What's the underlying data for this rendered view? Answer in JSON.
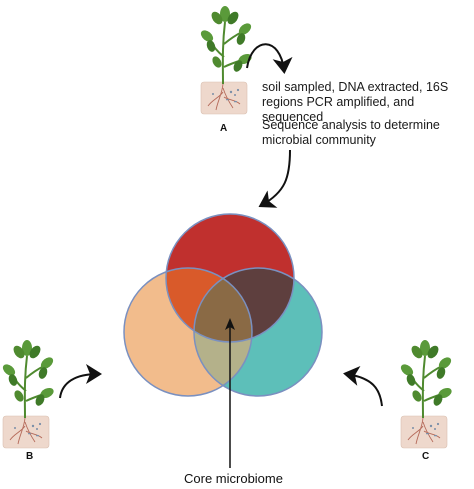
{
  "plants": [
    {
      "id": "plant-a",
      "label": "A"
    },
    {
      "id": "plant-b",
      "label": "B"
    },
    {
      "id": "plant-c",
      "label": "C"
    }
  ],
  "steps": {
    "step1_line1": "soil sampled, DNA extracted, 16S",
    "step1_line2": "regions PCR amplified, and sequenced",
    "step2_line1": "Sequence analysis to determine",
    "step2_line2": "microbial community"
  },
  "venn": {
    "core_label": "Core microbiome",
    "colors": {
      "top": "#c0302e",
      "left": "#f2bc8c",
      "right": "#5dbfb9",
      "top_left": "#d95a2a",
      "top_right": "#5e3f3e",
      "left_right": "#b4b18a",
      "center": "#8a6a45",
      "outline": "#7a90c0"
    }
  },
  "plant_colors": {
    "leaf": "#5a9a3a",
    "leaf_dark": "#3f7a28",
    "stem": "#4f8a2f",
    "pot": "#eed8cc",
    "root": "#b56a5a"
  }
}
